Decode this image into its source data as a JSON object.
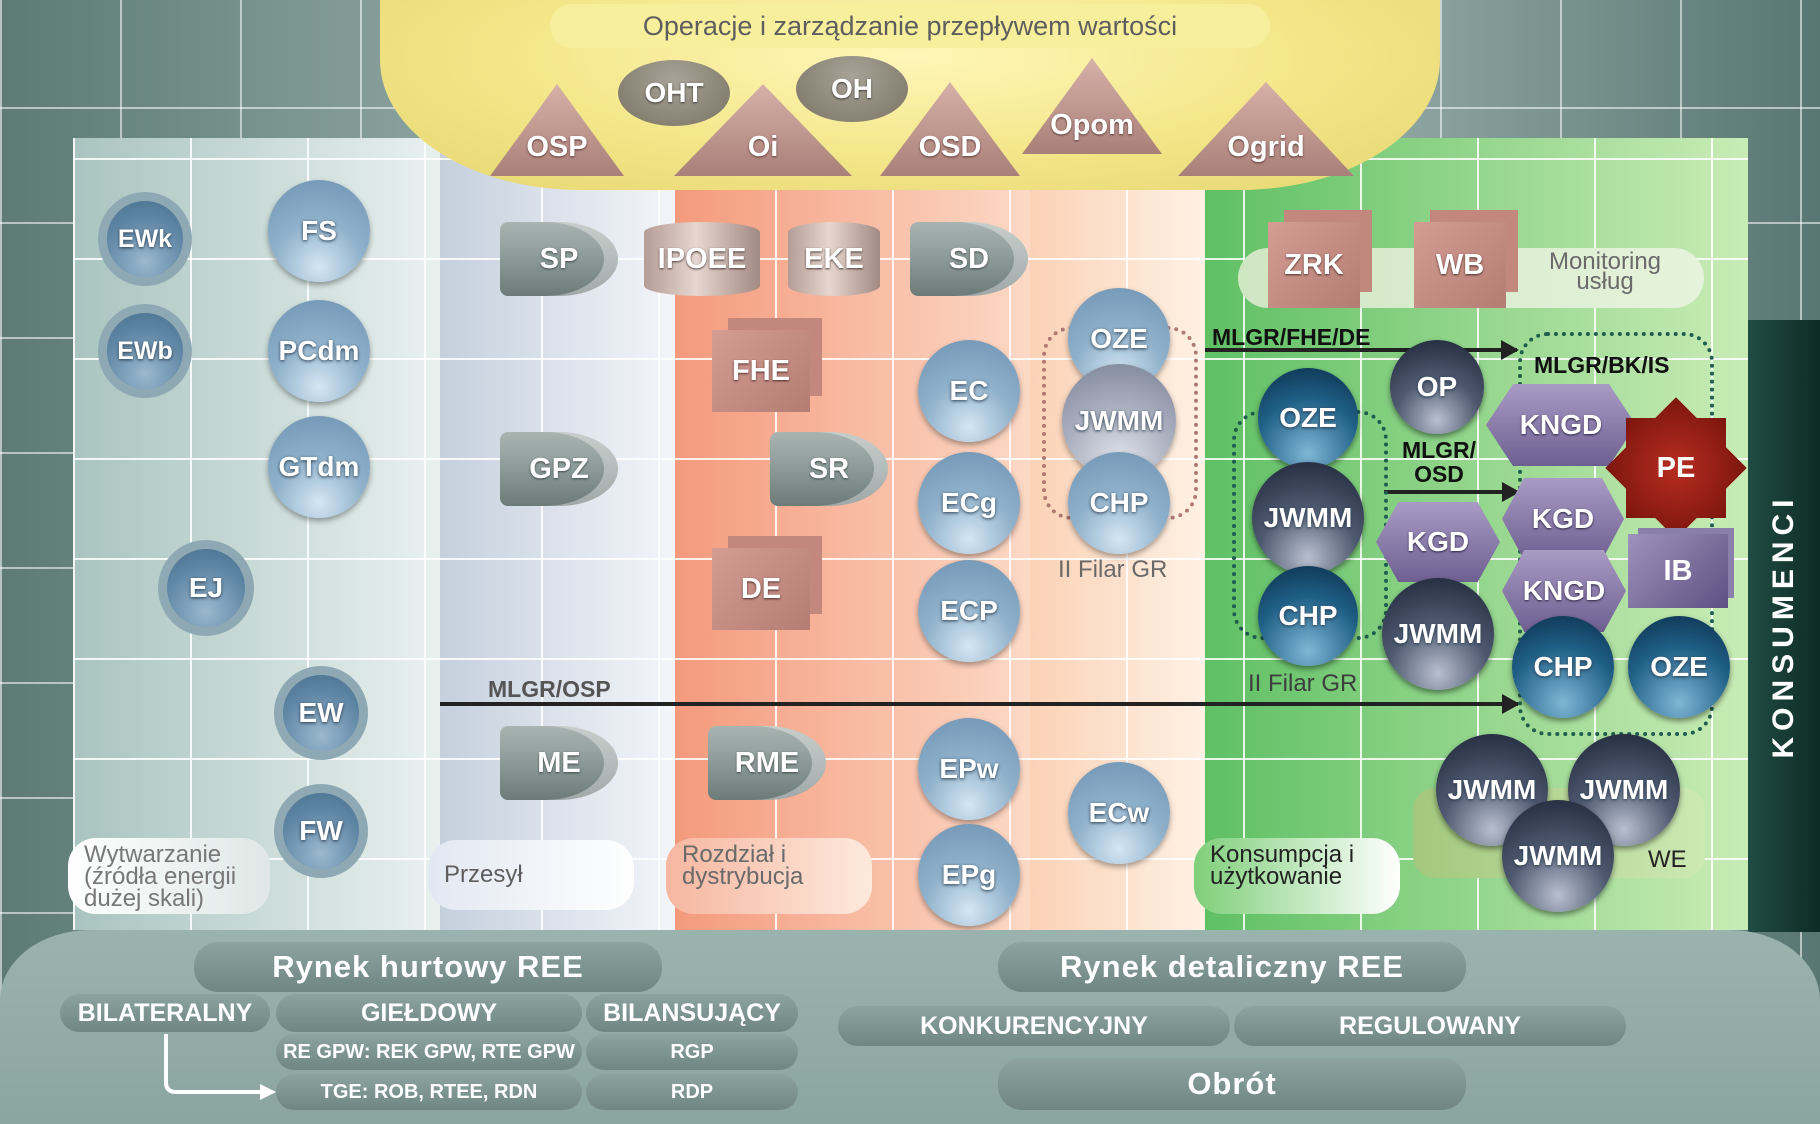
{
  "header": {
    "title": "Operacje i zarządzanie przepływem wartości"
  },
  "operators": {
    "osp": "OSP",
    "oht": "OHT",
    "oi": "Oi",
    "oh": "OH",
    "osd": "OSD",
    "opom": "Opom",
    "ogrid": "Ogrid"
  },
  "generation": {
    "ewk": "EWk",
    "ewb": "EWb",
    "fs": "FS",
    "pcdm": "PCdm",
    "gtdm": "GTdm",
    "ej": "EJ",
    "ew": "EW",
    "fw": "FW",
    "zone_label": "Wytwarzanie (źródła energii dużej skali)"
  },
  "transmission": {
    "sp": "SP",
    "gpz": "GPZ",
    "me": "ME",
    "zone_label": "Przesył"
  },
  "distribution": {
    "ipoee": "IPOEE",
    "eke": "EKE",
    "fhe": "FHE",
    "sr": "SR",
    "de": "DE",
    "rme": "RME",
    "zone_label": "Rozdział i dystrybucja"
  },
  "sd_column": {
    "sd": "SD",
    "ec": "EC",
    "ecg": "ECg",
    "ecp": "ECP",
    "epw": "EPw",
    "epg": "EPg",
    "ecw": "ECw"
  },
  "pillar2_left": {
    "oze": "OZE",
    "jwmm": "JWMM",
    "chp": "CHP",
    "label": "II Filar GR"
  },
  "consumption": {
    "zrk": "ZRK",
    "wb": "WB",
    "monitoring": "Monitoring usług",
    "arrow_fhe": "MLGR/FHE/DE",
    "arrow_osd": "MLGR/ OSD",
    "arrow_osp": "MLGR/OSP",
    "bk_is": "MLGR/BK/IS",
    "oze1": "OZE",
    "jwmm1": "JWMM",
    "chp1": "CHP",
    "pillar_label": "II Filar GR",
    "op": "OP",
    "kgd1": "KGD",
    "jwmm2": "JWMM",
    "kngd1": "KNGD",
    "kgd2": "KGD",
    "kngd2": "KNGD",
    "pe": "PE",
    "ib": "IB",
    "chp2": "CHP",
    "oze2": "OZE",
    "jwmm3": "JWMM",
    "jwmm4": "JWMM",
    "jwmm5": "JWMM",
    "we": "WE",
    "zone_label": "Konsumpcja i użytkowanie"
  },
  "side_label": "KONSUMENCI",
  "wholesale": {
    "title": "Rynek hurtowy REE",
    "bilateral": "BILATERALNY",
    "exchange": "GIEŁDOWY",
    "balancing": "BILANSUJĄCY",
    "re_gpw": "RE GPW: REK GPW, RTE GPW",
    "tge": "TGE: ROB, RTEE, RDN",
    "rgp": "RGP",
    "rdp": "RDP"
  },
  "retail": {
    "title": "Rynek detaliczny REE",
    "competitive": "KONKURENCYJNY",
    "regulated": "REGULOWANY",
    "trade": "Obrót"
  },
  "colors": {
    "generation": "#a9c4c0",
    "transmission": "#c5d0dd",
    "distribution": "#f49a7c",
    "consumption": "#5fc064",
    "consumers": "#1f4d44",
    "operations": "#f3e688"
  }
}
